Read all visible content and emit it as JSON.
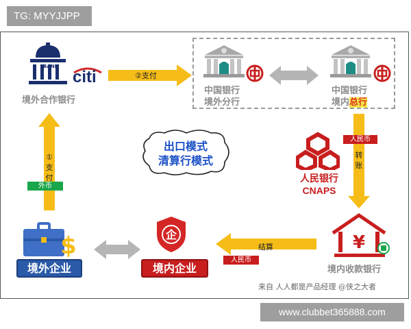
{
  "watermark_tag": "TG: MYYJJPP",
  "footer_url": "www.clubbet365888.com",
  "source_note": "来自 人人都是产品经理 @侠之大者",
  "citi": {
    "bank_word": "BANK",
    "logo_text": "citi",
    "label": "境外合作银行"
  },
  "boc_overseas": {
    "line1": "中国银行",
    "line2": "境外分行"
  },
  "boc_domestic": {
    "line1": "中国银行",
    "line2_pre": "境内",
    "line2_hl": "总行"
  },
  "pboc": {
    "line1": "人民银行",
    "line2": "CNAPS"
  },
  "receiving_bank": {
    "label": "境内收款银行"
  },
  "overseas_company": {
    "label": "境外企业"
  },
  "domestic_company": {
    "label": "境内企业",
    "icon_char": "企"
  },
  "cloud": {
    "line1": "出口模式",
    "line2": "清算行模式"
  },
  "arrows": {
    "pay_top": "②支付",
    "pay_left_num": "①",
    "pay_left_chars": [
      "支",
      "付"
    ],
    "foreign_currency": "外币",
    "rmb_right": "人民币",
    "transfer_chars": [
      "转",
      "账"
    ],
    "settle": "结算",
    "rmb_bottom": "人民币"
  },
  "colors": {
    "arrow_yellow": "#f6bd18",
    "arrow_gray": "#b5b5b5",
    "brand_red": "#c81e1e",
    "brand_blue": "#1b50c7",
    "citi_navy": "#1a2f6e"
  }
}
